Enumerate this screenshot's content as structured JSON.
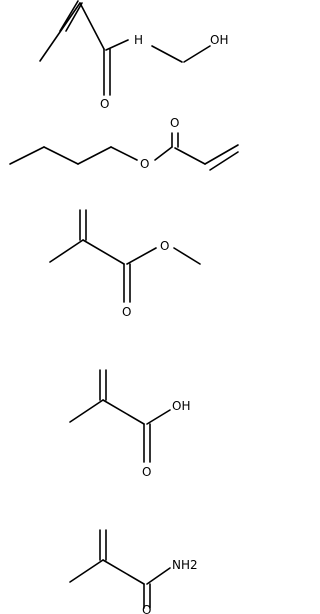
{
  "molecules": [
    {
      "id": "n-methylol-methacrylamide",
      "labels": {
        "o": "O",
        "n": "H",
        "oh": "OH"
      }
    },
    {
      "id": "butyl-acrylate",
      "labels": {
        "o_carbonyl": "O",
        "o_ester": "O"
      }
    },
    {
      "id": "methyl-methacrylate",
      "labels": {
        "o_carbonyl": "O",
        "o_ester": "O"
      }
    },
    {
      "id": "methacrylic-acid",
      "labels": {
        "o": "O",
        "oh": "OH"
      }
    },
    {
      "id": "methacrylamide",
      "labels": {
        "o": "O",
        "nh2": "NH2"
      }
    }
  ],
  "colors": {
    "bond": "#000000",
    "background": "#ffffff"
  }
}
